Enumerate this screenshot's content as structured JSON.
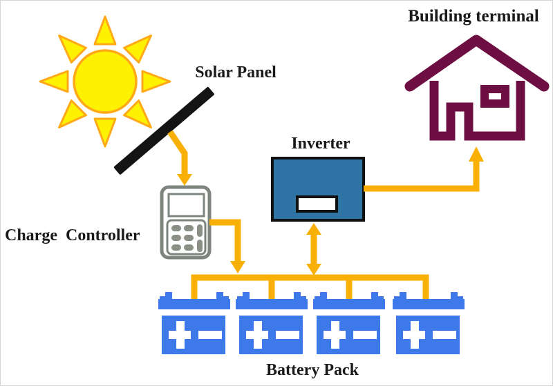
{
  "diagram": {
    "type": "solar-power-system-schematic",
    "labels": {
      "solar_panel": "Solar Panel",
      "charge_controller": "Charge  Controller",
      "inverter": "Inverter",
      "building_terminal": "Building terminal",
      "battery_pack": "Battery Pack"
    },
    "components": [
      {
        "name": "sun",
        "icon": "sun-icon"
      },
      {
        "name": "solar-panel",
        "icon": "solar-panel-icon",
        "label": "Solar Panel"
      },
      {
        "name": "charge-controller",
        "icon": "charge-controller-icon",
        "label": "Charge  Controller"
      },
      {
        "name": "inverter",
        "icon": "inverter-icon",
        "label": "Inverter"
      },
      {
        "name": "building-terminal",
        "icon": "house-icon",
        "label": "Building terminal"
      },
      {
        "name": "battery-pack",
        "icon": "battery-icon",
        "label": "Battery Pack",
        "battery_count": 4,
        "terminal_symbols": "+ −"
      }
    ],
    "connections": [
      {
        "from": "solar-panel",
        "to": "charge-controller",
        "direction": "one-way"
      },
      {
        "from": "charge-controller",
        "to": "battery-pack",
        "direction": "one-way"
      },
      {
        "from": "inverter",
        "to": "battery-pack",
        "direction": "two-way"
      },
      {
        "from": "inverter",
        "to": "building-terminal",
        "direction": "one-way"
      }
    ],
    "colors": {
      "arrow_orange": "#F9B006",
      "sun_fill": "#FFF200",
      "sun_border": "#FFA818",
      "panel_black": "#141414",
      "inverter_fill": "#2E74A5",
      "inverter_border": "#111111",
      "battery_blue": "#3D79E9",
      "house_maroon": "#6E0F44",
      "controller_gray": "#7E847E",
      "controller_key_gray": "#8A9086",
      "text_black": "#1a1a1a"
    }
  }
}
